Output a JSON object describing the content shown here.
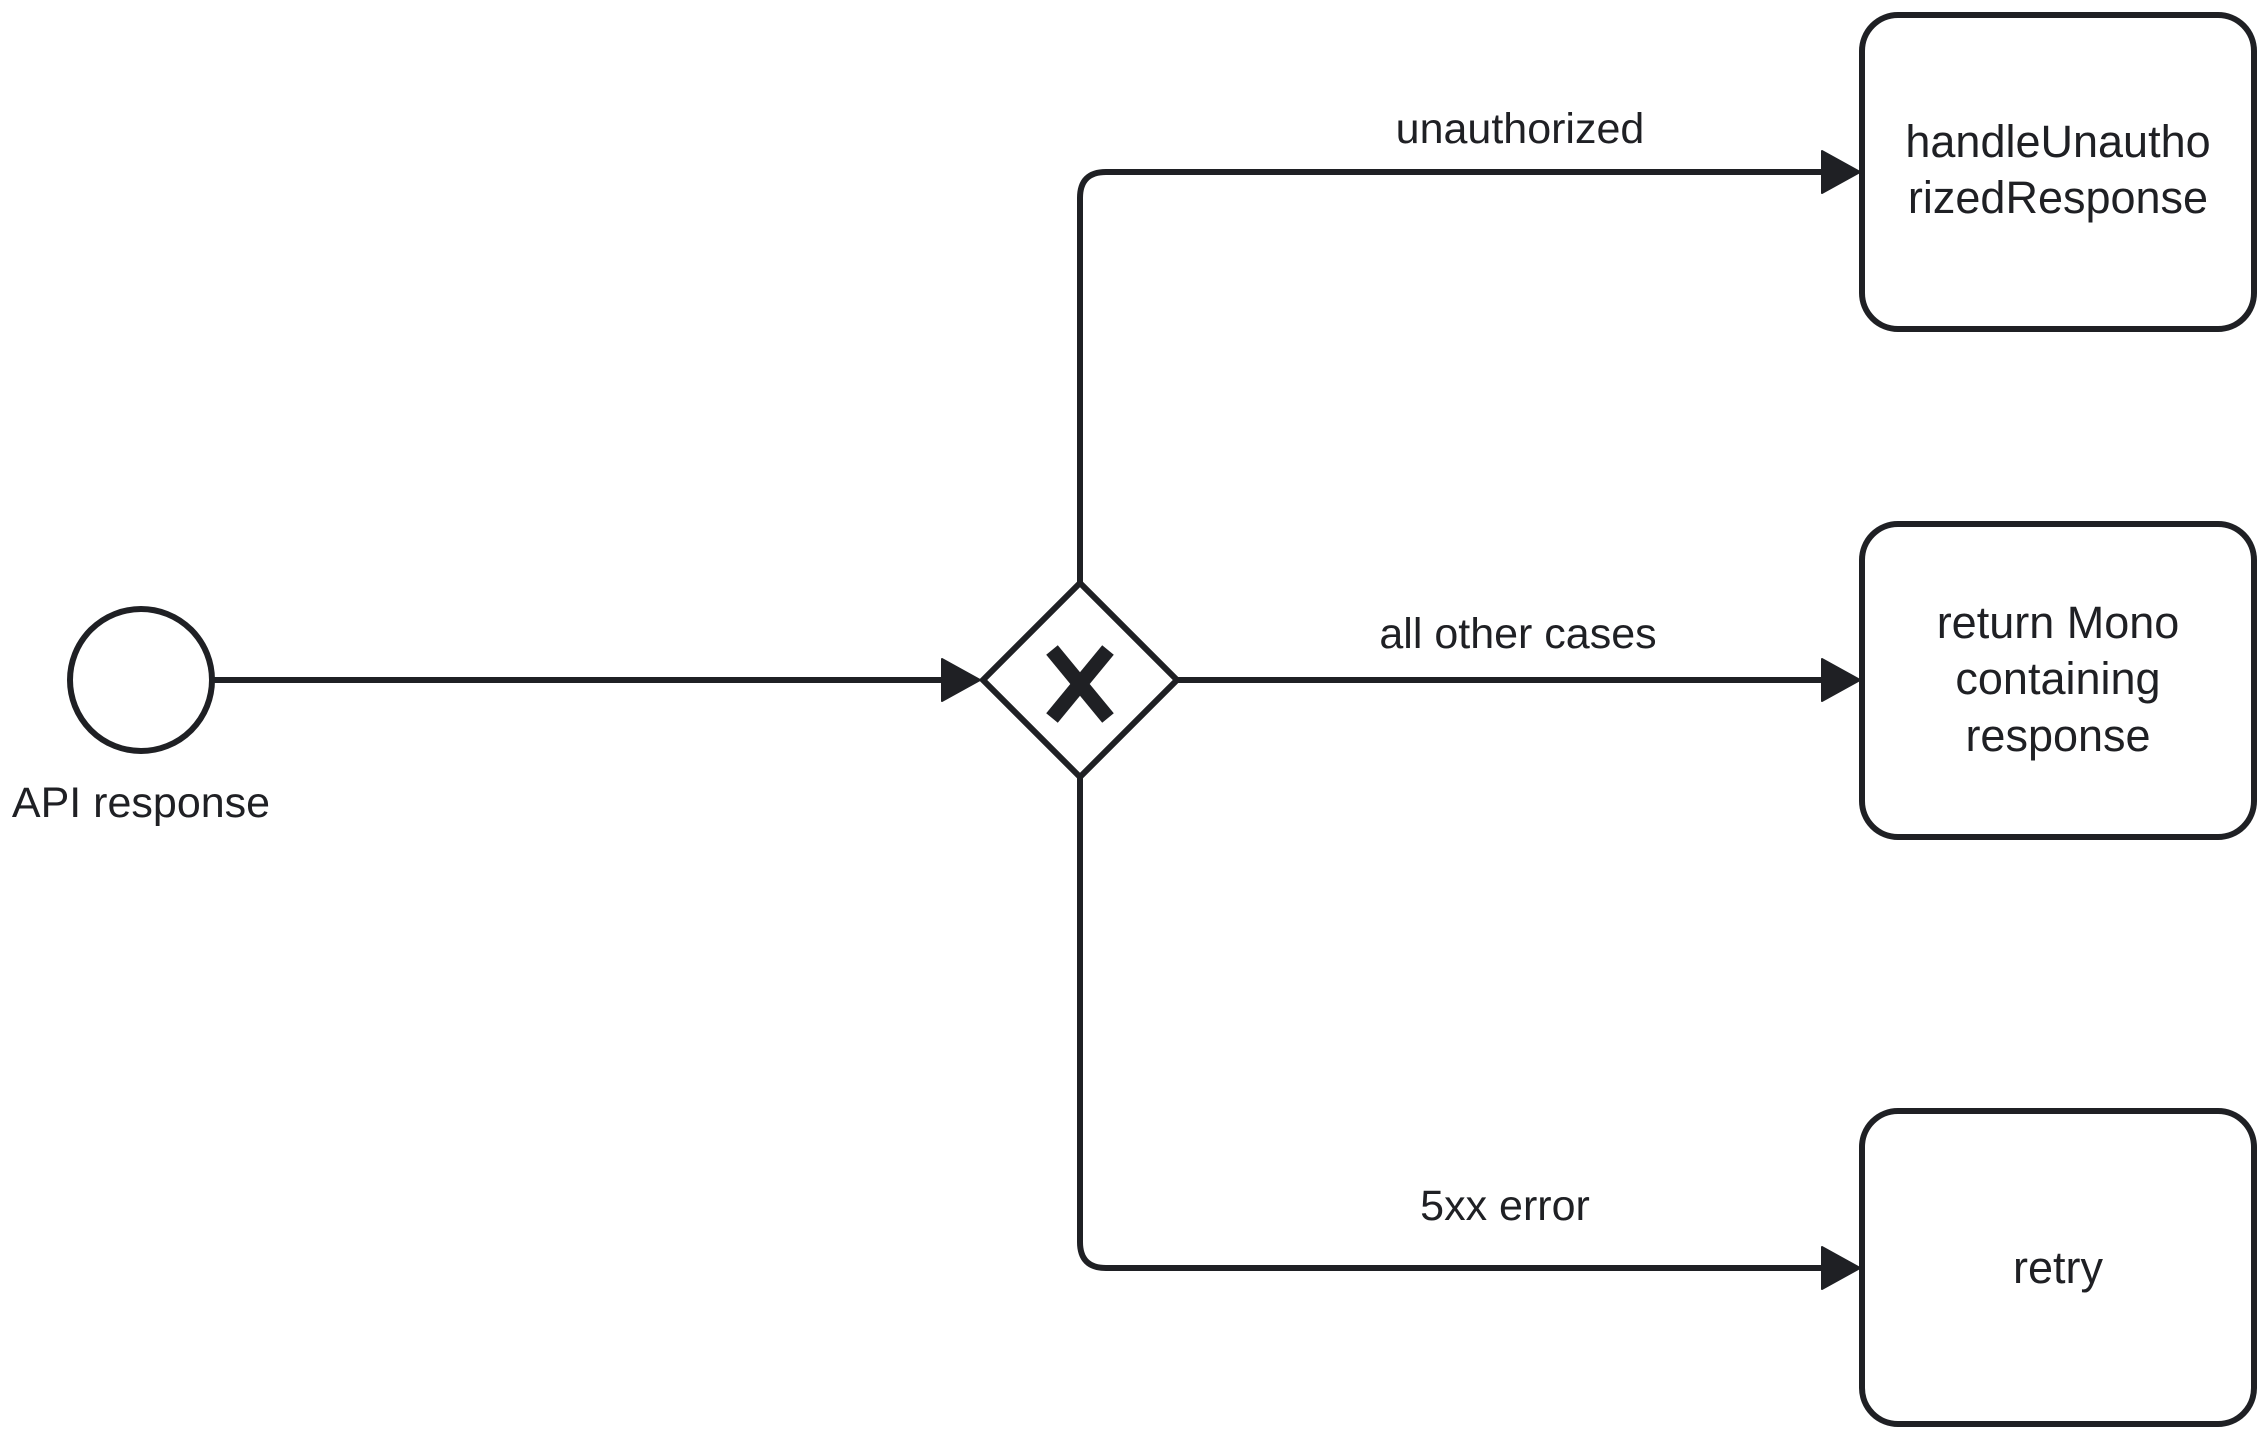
{
  "diagram": {
    "type": "BPMN process",
    "colors": {
      "stroke": "#1f2024",
      "background": "#ffffff"
    },
    "start_event": {
      "label": "API response"
    },
    "gateway": {
      "kind": "exclusive",
      "marker": "X"
    },
    "flows": {
      "unauthorized": {
        "label": "unauthorized"
      },
      "other": {
        "label": "all other cases"
      },
      "server_error": {
        "label": "5xx error"
      }
    },
    "tasks": {
      "handle_unauthorized": {
        "line1": "handleUnautho",
        "line2": "rizedResponse"
      },
      "return_mono": {
        "line1": "return Mono",
        "line2": "containing",
        "line3": "response"
      },
      "retry": {
        "line1": "retry"
      }
    }
  }
}
